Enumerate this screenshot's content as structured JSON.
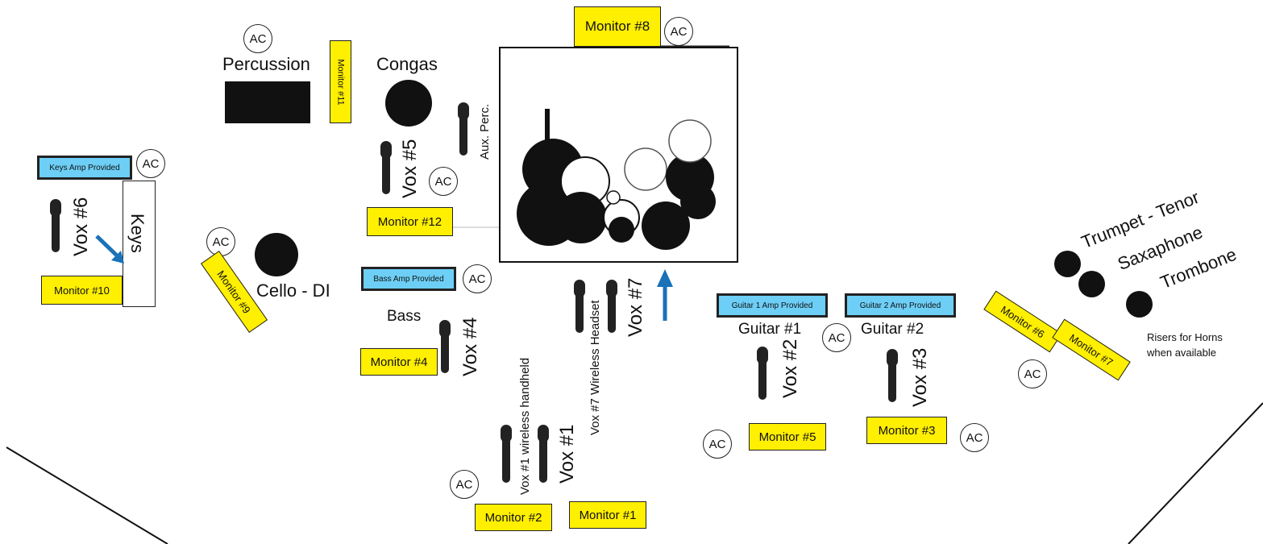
{
  "ac_label": "AC",
  "instruments": {
    "percussion": "Percussion",
    "congas": "Congas",
    "aux_perc": "Aux. Perc.",
    "keys": "Keys",
    "cello": "Cello - DI",
    "bass": "Bass",
    "guitar1": "Guitar #1",
    "guitar2": "Guitar #2",
    "trumpet": "Trumpet - Tenor",
    "saxophone": "Saxaphone",
    "trombone": "Trombone"
  },
  "amps": {
    "keys": "Keys Amp Provided",
    "bass": "Bass Amp Provided",
    "guitar1": "Guitar 1 Amp Provided",
    "guitar2": "Guitar 2 Amp Provided"
  },
  "monitors": {
    "m1": "Monitor #1",
    "m2": "Monitor #2",
    "m3": "Monitor #3",
    "m4": "Monitor #4",
    "m5": "Monitor #5",
    "m6": "Monitor #6",
    "m7": "Monitor #7",
    "m8": "Monitor #8",
    "m9": "Monitor #9",
    "m10": "Monitor #10",
    "m11": "Monitor #11",
    "m12": "Monitor #12"
  },
  "vox": {
    "v1": "Vox #1",
    "v1_wireless": "Vox #1 wireless handheld",
    "v2": "Vox #2",
    "v3": "Vox #3",
    "v4": "Vox #4",
    "v5": "Vox #5",
    "v6": "Vox #6",
    "v7": "Vox #7",
    "v7_headset": "Vox #7 Wireless Headset"
  },
  "notes": {
    "risers_line1": "Risers for Horns",
    "risers_line2": "when available"
  },
  "colors": {
    "monitor_fill": "#ffef00",
    "amp_fill": "#6dcff6",
    "arrow": "#1a72b8"
  }
}
